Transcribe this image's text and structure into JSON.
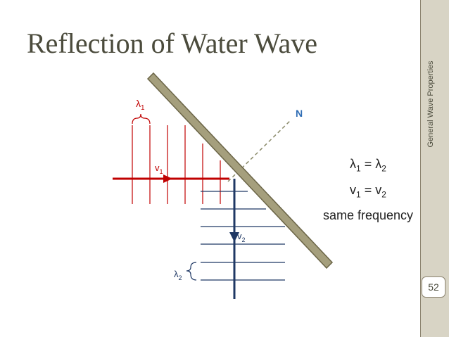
{
  "slide": {
    "title": "Reflection of Water Wave",
    "sidebar_label": "General Wave Properties",
    "page_number": "52"
  },
  "diagram": {
    "labels": {
      "lambda1": "λ",
      "lambda1_sub": "1",
      "lambda2": "λ",
      "lambda2_sub": "2",
      "v1": "v",
      "v1_sub": "1",
      "v2": "v",
      "v2_sub": "2",
      "normal": "N"
    },
    "equations": {
      "line1_a": "λ",
      "line1_a_sub": "1",
      "line1_mid": " = λ",
      "line1_b_sub": "2",
      "line2_a": "v",
      "line2_a_sub": "1",
      "line2_mid": " = v",
      "line2_b_sub": "2",
      "line3": "same frequency"
    },
    "colors": {
      "incident": "#c00000",
      "reflected": "#1f3864",
      "barrier_fill": "#a59f7d",
      "barrier_stroke": "#6b6547",
      "normal_line": "#8a8a6a",
      "normal_label": "#2f6db5"
    }
  }
}
